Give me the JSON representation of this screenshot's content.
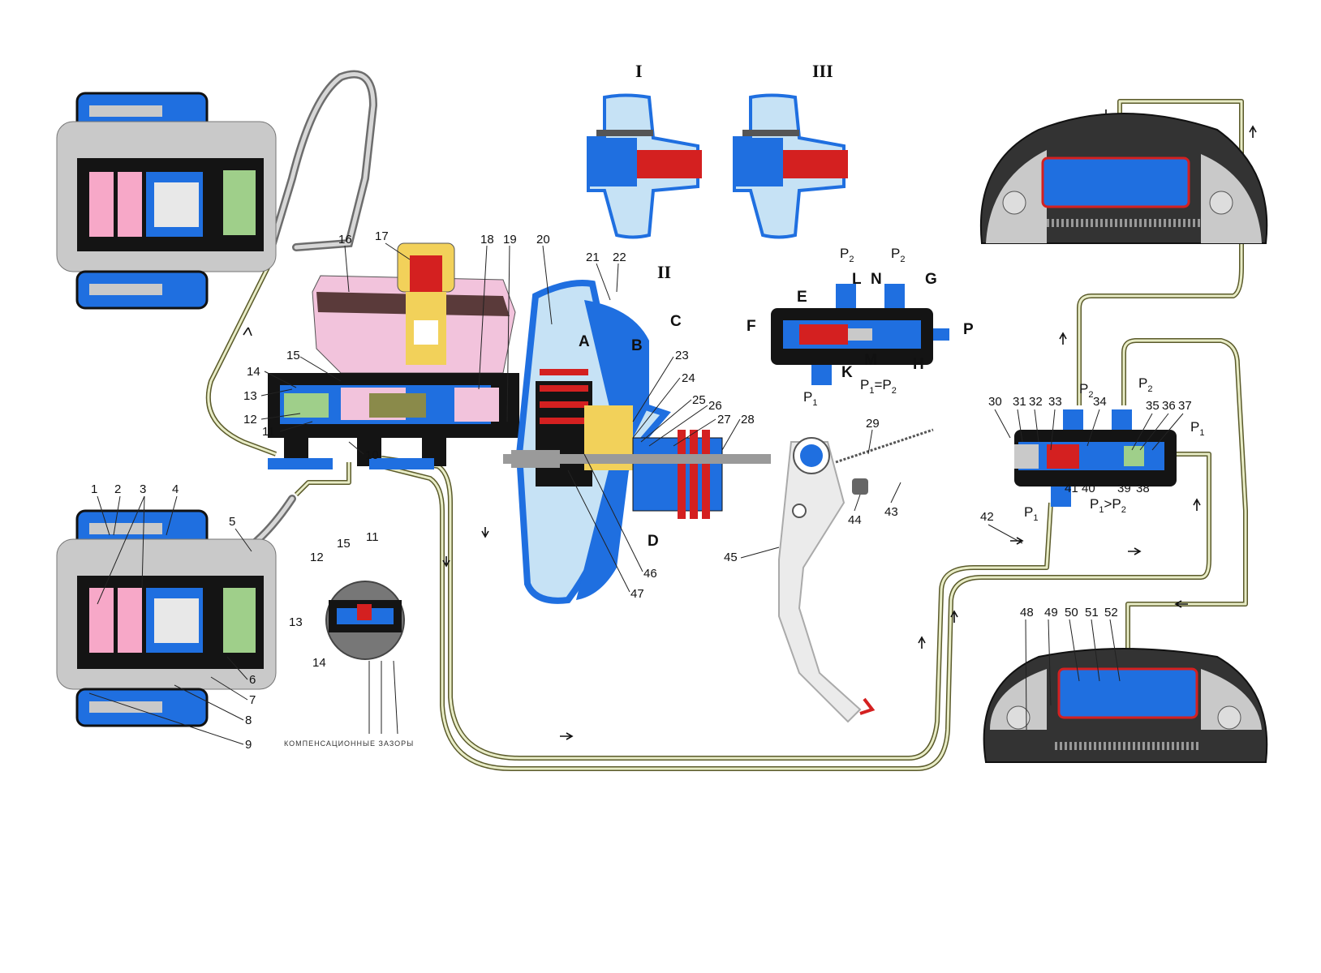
{
  "colors": {
    "fluid_blue": "#1f6fe0",
    "reservoir_pink": "#f2c3dc",
    "body_black": "#141414",
    "pipe_olive": "#5a5a2a",
    "metal_grey": "#c9c9c9",
    "light_blue": "#c6e2f5",
    "accent_red": "#d42020",
    "piston_green": "#9fcf8a"
  },
  "section_numerals": {
    "i": "I",
    "ii": "II",
    "iii": "III"
  },
  "callouts": [
    {
      "id": "n1",
      "text": "1"
    },
    {
      "id": "n2",
      "text": "2"
    },
    {
      "id": "n3",
      "text": "3"
    },
    {
      "id": "n4",
      "text": "4"
    },
    {
      "id": "n5",
      "text": "5"
    },
    {
      "id": "n6",
      "text": "6"
    },
    {
      "id": "n7",
      "text": "7"
    },
    {
      "id": "n8",
      "text": "8"
    },
    {
      "id": "n9",
      "text": "9"
    },
    {
      "id": "n10",
      "text": "10"
    },
    {
      "id": "n11",
      "text": "11"
    },
    {
      "id": "n12",
      "text": "12"
    },
    {
      "id": "n13",
      "text": "13"
    },
    {
      "id": "n14",
      "text": "14"
    },
    {
      "id": "n15",
      "text": "15"
    },
    {
      "id": "n16",
      "text": "16"
    },
    {
      "id": "n17",
      "text": "17"
    },
    {
      "id": "n18",
      "text": "18"
    },
    {
      "id": "n19",
      "text": "19"
    },
    {
      "id": "n20",
      "text": "20"
    },
    {
      "id": "n21",
      "text": "21"
    },
    {
      "id": "n22",
      "text": "22"
    },
    {
      "id": "n23",
      "text": "23"
    },
    {
      "id": "n24",
      "text": "24"
    },
    {
      "id": "n25",
      "text": "25"
    },
    {
      "id": "n26",
      "text": "26"
    },
    {
      "id": "n27",
      "text": "27"
    },
    {
      "id": "n28",
      "text": "28"
    },
    {
      "id": "n29",
      "text": "29"
    },
    {
      "id": "n30",
      "text": "30"
    },
    {
      "id": "n31",
      "text": "31"
    },
    {
      "id": "n32",
      "text": "32"
    },
    {
      "id": "n33",
      "text": "33"
    },
    {
      "id": "n34",
      "text": "34"
    },
    {
      "id": "n35",
      "text": "35"
    },
    {
      "id": "n36",
      "text": "36"
    },
    {
      "id": "n37",
      "text": "37"
    },
    {
      "id": "n38",
      "text": "38"
    },
    {
      "id": "n39",
      "text": "39"
    },
    {
      "id": "n40",
      "text": "40"
    },
    {
      "id": "n41",
      "text": "41"
    },
    {
      "id": "n42",
      "text": "42"
    },
    {
      "id": "n43",
      "text": "43"
    },
    {
      "id": "n44",
      "text": "44"
    },
    {
      "id": "n45",
      "text": "45"
    },
    {
      "id": "n46",
      "text": "46"
    },
    {
      "id": "n47",
      "text": "47"
    },
    {
      "id": "n48",
      "text": "48"
    },
    {
      "id": "n49",
      "text": "49"
    },
    {
      "id": "n50",
      "text": "50"
    },
    {
      "id": "n51",
      "text": "51"
    },
    {
      "id": "n52",
      "text": "52"
    },
    {
      "id": "in11",
      "text": "11"
    },
    {
      "id": "in12",
      "text": "12"
    },
    {
      "id": "in13",
      "text": "13"
    },
    {
      "id": "in14",
      "text": "14"
    },
    {
      "id": "in15",
      "text": "15"
    }
  ],
  "letters": {
    "A": "A",
    "B": "B",
    "C": "C",
    "D": "D",
    "E": "E",
    "F": "F",
    "G": "G",
    "H": "H",
    "K": "K",
    "L": "L",
    "M": "M",
    "N": "N",
    "P": "P"
  },
  "pressure_labels": {
    "p1": "P",
    "p1_sub": "1",
    "p2": "P",
    "p2_sub": "2",
    "eq_left": "P",
    "eq_left_sub": "1",
    "eq_sign": "=",
    "eq_right": "P",
    "eq_right_sub": "2",
    "gt_left": "P",
    "gt_left_sub": "1",
    "gt_sign": ">",
    "gt_right": "P",
    "gt_right_sub": "2"
  },
  "inset_caption": "КОМПЕНСАЦИОННЫЕ ЗАЗОРЫ"
}
